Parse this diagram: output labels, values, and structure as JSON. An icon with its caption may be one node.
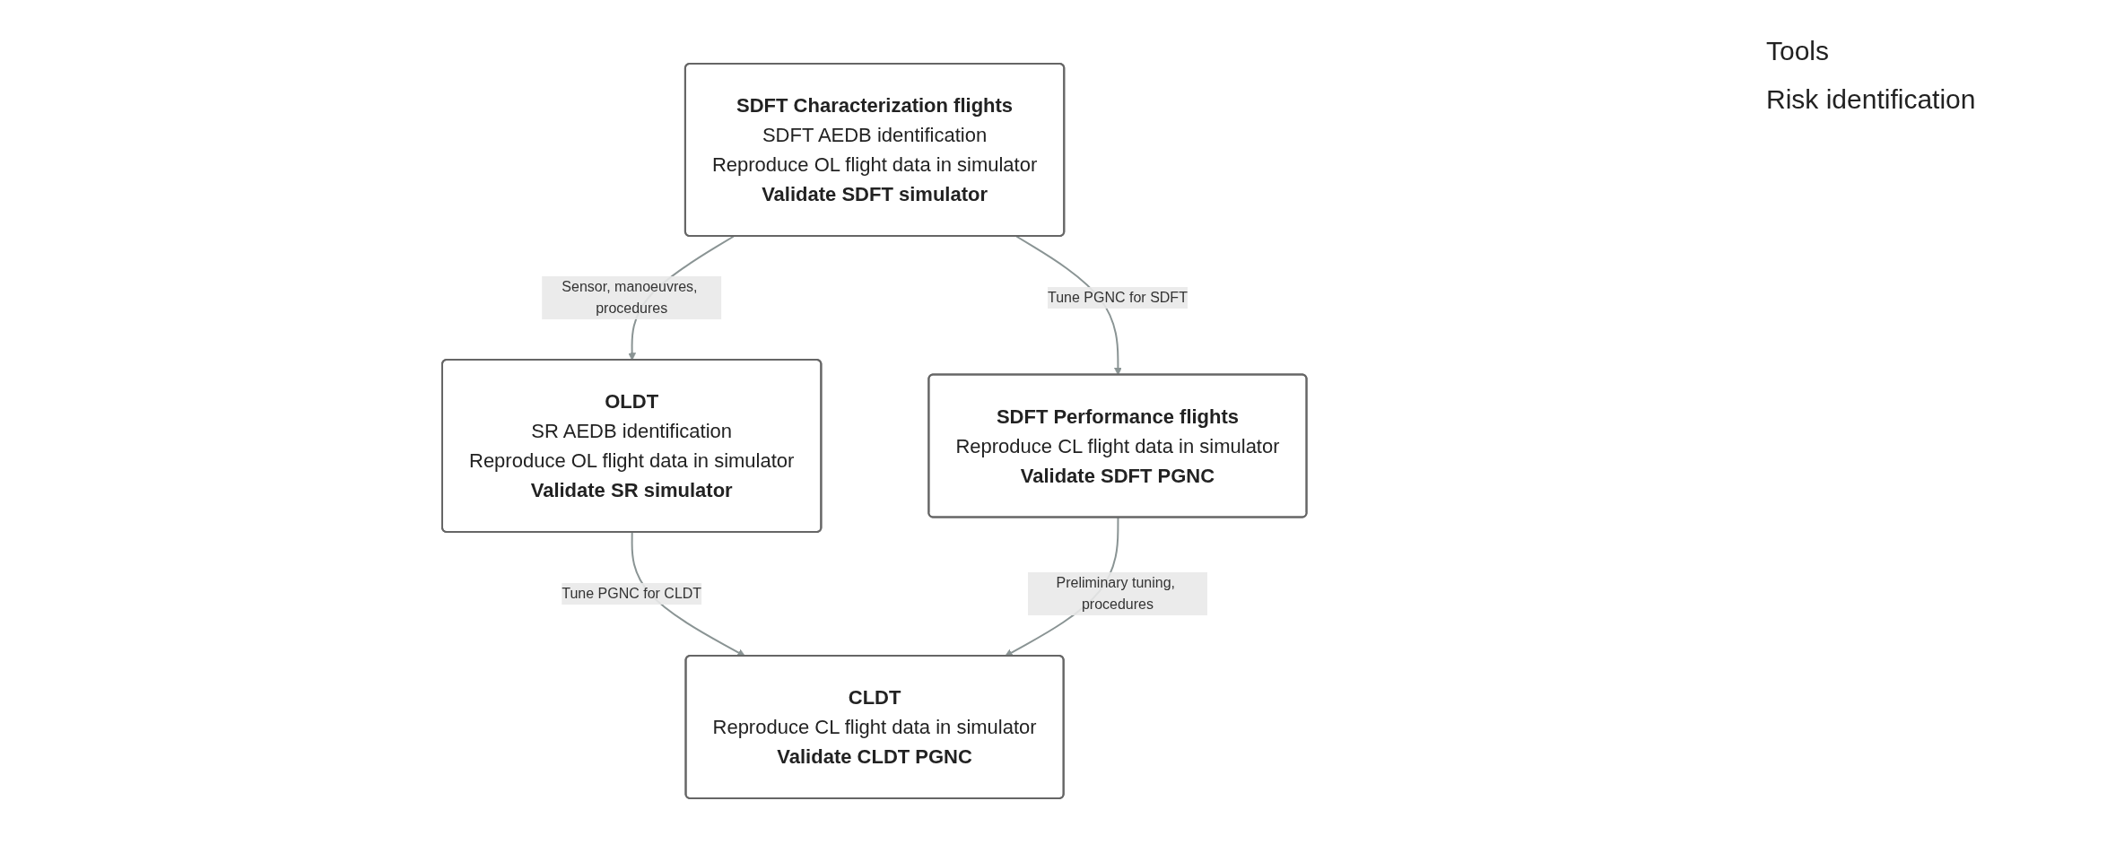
{
  "diagram": {
    "nodes": [
      {
        "text": [
          "SDFT Characterization flights",
          "SDFT AEDB identification",
          "Reproduce OL flight data in simulator",
          "Validate SDFT simulator"
        ]
      },
      {
        "text": [
          "OLDT",
          "SR AEDB identification",
          "Reproduce OL flight data in simulator",
          "Validate SR simulator"
        ]
      },
      {
        "text": [
          "SDFT Performance flights",
          "Reproduce CL flight data in simulator",
          "Validate SDFT PGNC"
        ]
      },
      {
        "text": [
          "CLDT",
          "Reproduce CL flight data in simulator",
          "Validate CLDT PGNC"
        ]
      }
    ],
    "edges": [
      {
        "from": 0,
        "to": 1,
        "arrow": "to",
        "label": "Sensor, manoeuvres, procedures"
      },
      {
        "from": 0,
        "to": 2,
        "arrow": "to",
        "label": "Tune PGNC for SDFT"
      },
      {
        "from": 1,
        "to": 3,
        "arrow": "to",
        "label": "Tune PGNC for CLDT"
      },
      {
        "from": 2,
        "to": 3,
        "arrow": "to",
        "label": "Preliminary tuning, procedures"
      }
    ],
    "labels": [
      "Tools",
      "Risk identification"
    ]
  }
}
